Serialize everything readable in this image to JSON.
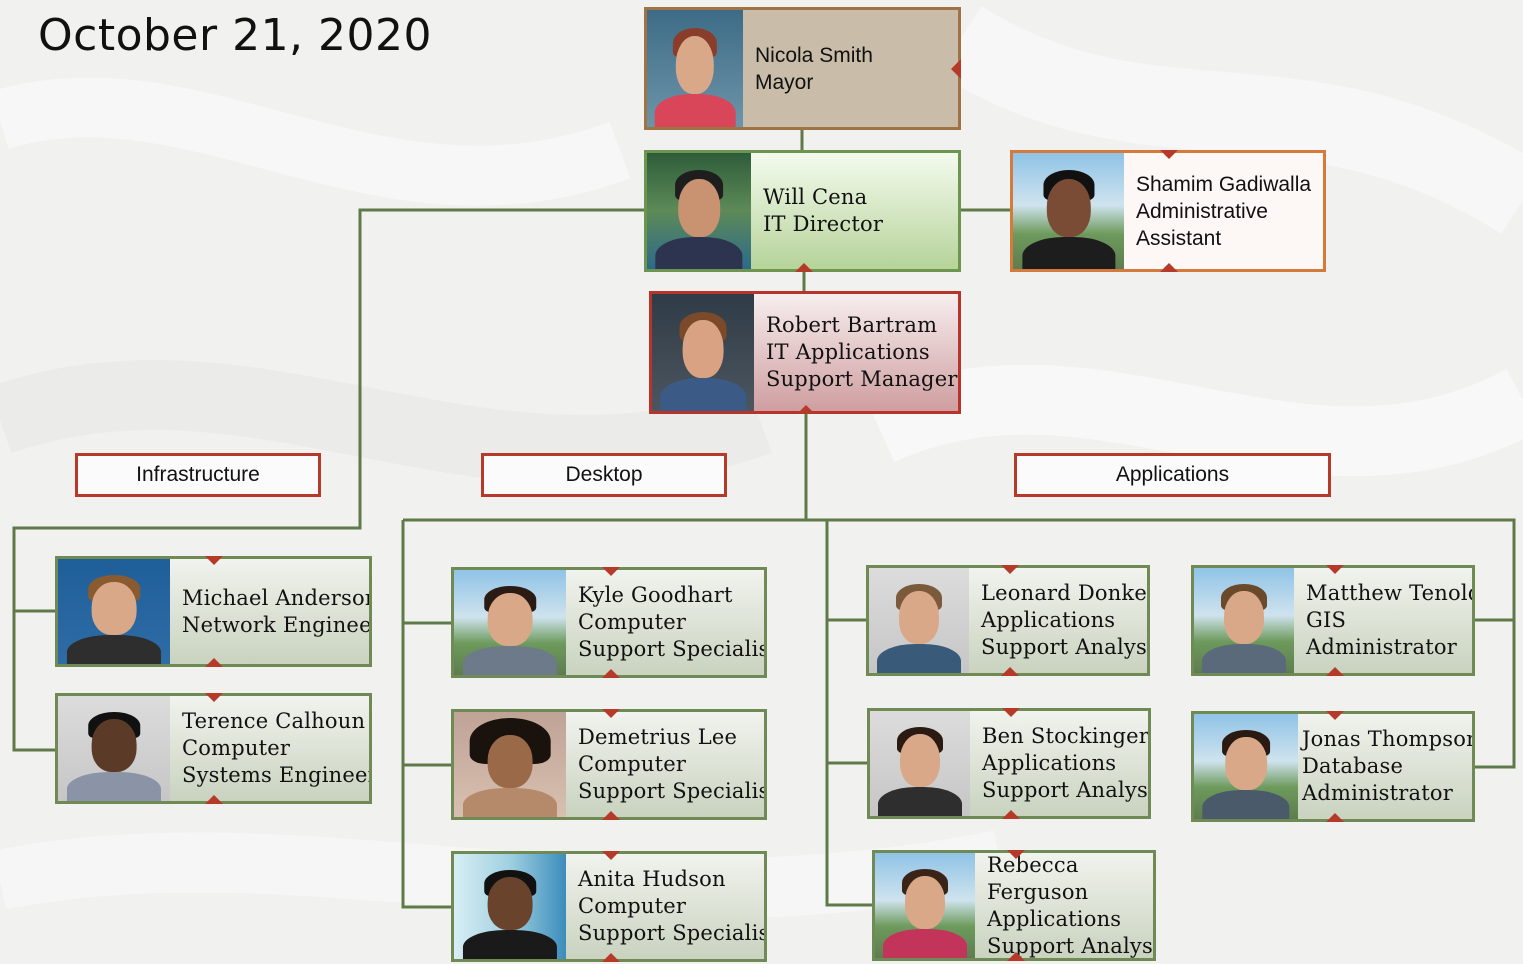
{
  "date": "October 21, 2020",
  "colors": {
    "connector": "#5f7a48",
    "accent": "#b53a2a",
    "admin_border": "#d47a3c"
  },
  "sections": {
    "infrastructure": "Infrastructure",
    "desktop": "Desktop",
    "applications": "Applications"
  },
  "mayor": {
    "name": "Nicola Smith",
    "title": "Mayor"
  },
  "director": {
    "name": "Will Cena",
    "title": "IT Director"
  },
  "admin": {
    "name": "Shamim Gadiwalla",
    "title1": "Administrative",
    "title2": "Assistant"
  },
  "manager": {
    "name": "Robert Bartram",
    "title1": "IT Applications",
    "title2": "Support Manager"
  },
  "infrastructure": [
    {
      "name": "Michael Anderson",
      "title1": "Network Engineer"
    },
    {
      "name": "Terence Calhoun",
      "title1": "Computer",
      "title2": "Systems Engineer"
    }
  ],
  "desktop": [
    {
      "name": "Kyle Goodhart",
      "title1": "Computer",
      "title2": "Support Specialist"
    },
    {
      "name": "Demetrius Lee",
      "title1": "Computer",
      "title2": "Support Specialist"
    },
    {
      "name": "Anita Hudson",
      "title1": "Computer",
      "title2": "Support Specialist"
    }
  ],
  "applications": [
    {
      "name": "Leonard Donker",
      "title1": "Applications",
      "title2": "Support Analyst"
    },
    {
      "name": "Ben Stockinger",
      "title1": "Applications",
      "title2": "Support Analyst"
    },
    {
      "name1": "Rebecca",
      "name2": "Ferguson",
      "title1": "Applications",
      "title2": "Support Analyst"
    },
    {
      "name": "Matthew Tenold",
      "title1": "GIS",
      "title2": "Administrator"
    },
    {
      "name": "Jonas Thompson",
      "title1": "Database",
      "title2": "Administrator"
    }
  ]
}
